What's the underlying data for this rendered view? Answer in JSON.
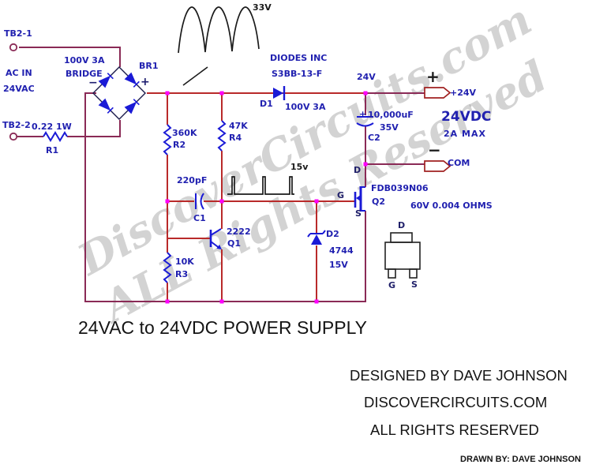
{
  "title": "24VAC to 24VDC POWER SUPPLY",
  "watermark": {
    "line1": "DiscoverCircuits.com",
    "line2": "ALL Rights Reserved"
  },
  "colors": {
    "wire_red": "#b92a2a",
    "wire_maroon": "#8a2a56",
    "symbol_blue": "#1a1ad6",
    "label_blue": "#2121b0",
    "node_magenta": "#ff00ff",
    "drawing_black": "#1a1a1a",
    "watermark_gray": "#919191"
  },
  "terminals": {
    "tb2_1": "TB2-1",
    "tb2_2": "TB2-2",
    "ac_in": "AC IN",
    "ac_voltage": "24VAC"
  },
  "components": {
    "r1": {
      "value": "0.22 1W",
      "ref": "R1"
    },
    "bridge": {
      "rating": "100V 3A",
      "name": "BRIDGE",
      "ref": "BR1",
      "minus": "−",
      "plus": "+"
    },
    "r2": {
      "value": "360K",
      "ref": "R2"
    },
    "r3": {
      "value": "10K",
      "ref": "R3"
    },
    "r4": {
      "value": "47K",
      "ref": "R4"
    },
    "c1": {
      "value": "220pF",
      "ref": "C1"
    },
    "c2": {
      "plus": "+",
      "value": "10,000uF",
      "voltage": "35V",
      "ref": "C2"
    },
    "d1": {
      "mfr": "DIODES INC",
      "part": "S3BB-13-F",
      "ref": "D1",
      "rating": "100V 3A"
    },
    "d2": {
      "ref": "D2",
      "part": "4744",
      "voltage": "15V"
    },
    "q1": {
      "part": "2222",
      "ref": "Q1"
    },
    "q2": {
      "pin_d": "D",
      "pin_g": "G",
      "pin_s": "S",
      "part": "FDB039N06",
      "ref": "Q2",
      "rating": "60V 0.004 OHMS"
    },
    "package": {
      "pin_d": "D",
      "pin_g": "G",
      "pin_s": "S"
    }
  },
  "annotations": {
    "input_peak": "33V",
    "rail_voltage": "24V",
    "gate_peak": "15v"
  },
  "outputs": {
    "plus_sign": "+",
    "plus_label": "+24V",
    "minus_sign": "−",
    "com_label": "COM",
    "spec_voltage": "24VDC",
    "spec_current": "2A MAX"
  },
  "credits": {
    "designed_by": "DESIGNED BY DAVE JOHNSON",
    "website": "DISCOVERCIRCUITS.COM",
    "rights": "ALL RIGHTS RESERVED",
    "drawn_by": "DRAWN BY: DAVE JOHNSON"
  }
}
